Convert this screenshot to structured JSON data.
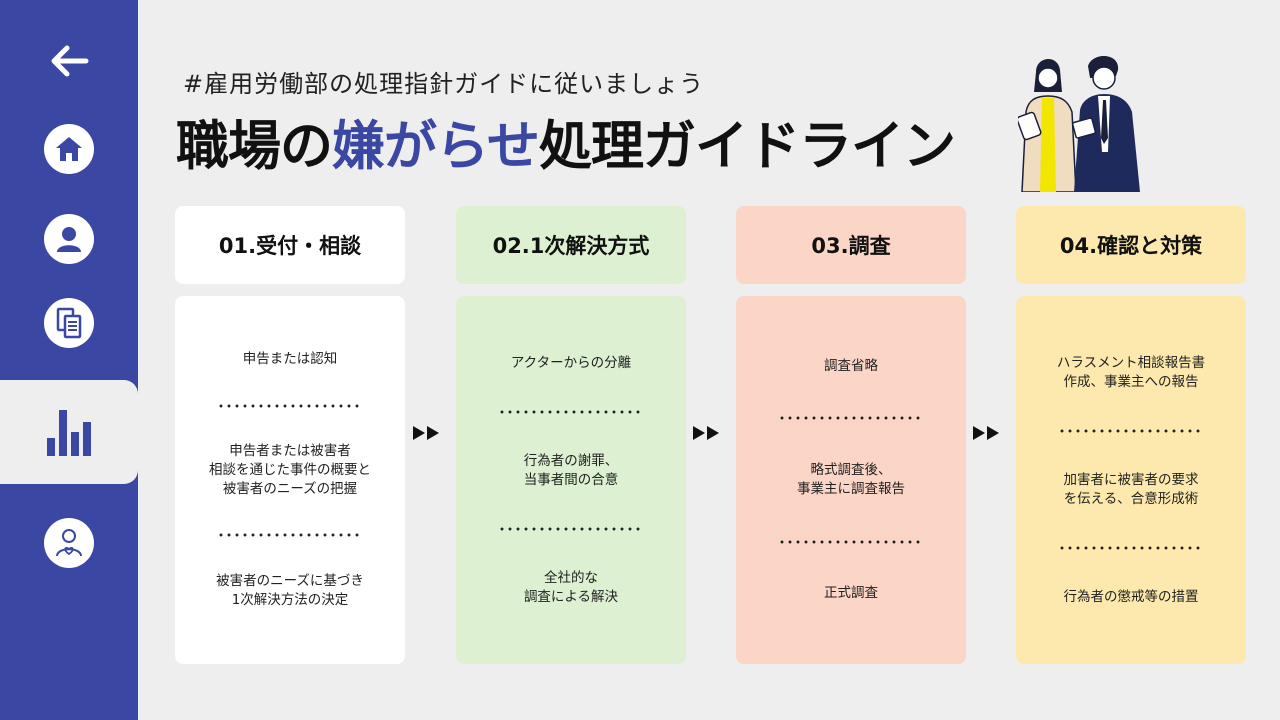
{
  "header": {
    "subtitle": "#雇用労働部の処理指針ガイドに従いましょう",
    "title_part1": "職場の",
    "title_highlight": "嫌がらせ",
    "title_part2": "処理ガイドライン"
  },
  "sidebar": {
    "items": [
      {
        "icon": "back-arrow-icon"
      },
      {
        "icon": "home-icon"
      },
      {
        "icon": "user-icon"
      },
      {
        "icon": "document-icon"
      },
      {
        "icon": "bar-chart-icon",
        "active": true
      },
      {
        "icon": "care-icon"
      }
    ]
  },
  "colors": {
    "accent": "#3a47a3",
    "step1": "#ffffff",
    "step2": "#ddf0d2",
    "step3": "#fbd5c6",
    "step4": "#fde9ad"
  },
  "steps": [
    {
      "title": "01.受付・相談",
      "items": [
        "申告または認知",
        "申告者または被害者\n相談を通じた事件の概要と\n被害者のニーズの把握",
        "被害者のニーズに基づき\n1次解決方法の決定"
      ]
    },
    {
      "title": "02.1次解決方式",
      "items": [
        "アクターからの分離",
        "行為者の謝罪、\n当事者間の合意",
        "全社的な\n調査による解決"
      ]
    },
    {
      "title": "03.調査",
      "items": [
        "調査省略",
        "略式調査後、\n事業主に調査報告",
        "正式調査"
      ]
    },
    {
      "title": "04.確認と対策",
      "items": [
        "ハラスメント相談報告書\n作成、事業主への報告",
        "加害者に被害者の要求\nを伝える、合意形成術",
        "行為者の懲戒等の措置"
      ]
    }
  ]
}
